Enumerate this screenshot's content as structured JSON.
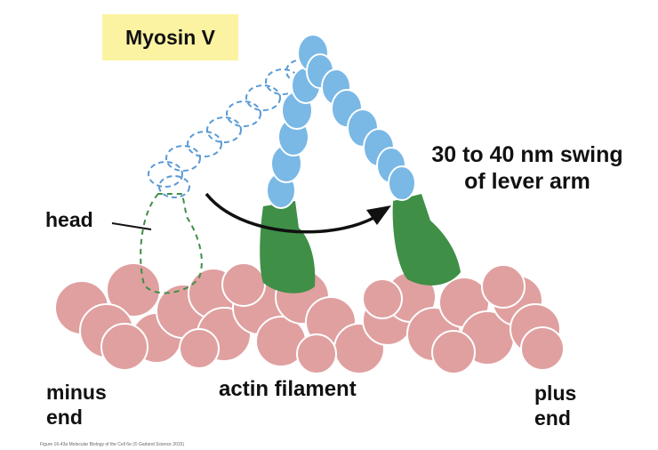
{
  "title": "Myosin V",
  "labels": {
    "swing_line1": "30 to 40 nm swing",
    "swing_line2": "of lever arm",
    "head": "head",
    "minus_line1": "minus",
    "minus_line2": "end",
    "actin": "actin filament",
    "plus_line1": "plus",
    "plus_line2": "end"
  },
  "credit": "Figure 16-43a Molecular Biology of the Cell 6e (© Garland Science 2015)",
  "colors": {
    "title_bg": "#fbf3a2",
    "actin": "#e0a0a0",
    "actin_stroke": "#ffffff",
    "lever": "#7ab8e6",
    "lever_dashed": "#5a9ad6",
    "head": "#3f8f47",
    "head_dashed": "#3f8f47",
    "arrow": "#111111"
  }
}
